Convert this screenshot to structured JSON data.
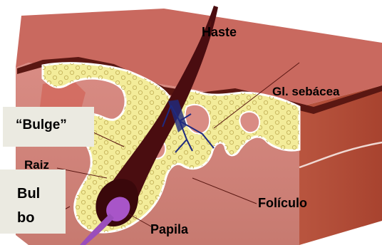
{
  "labels": {
    "haste": "Haste",
    "gl_sebacea": "Gl. sebácea",
    "bulge": "“Bulge”",
    "raiz": "Raiz",
    "bulbo_line1": "Bul",
    "bulbo_line2": "bo",
    "foliculo": "Folículo",
    "papila": "Papila"
  },
  "colors": {
    "skin_top": "#c96b63",
    "skin_front": "#d78d86",
    "skin_side": "#b24e3e",
    "epidermis": "#5a1712",
    "gland_fill": "#f3ec9a",
    "gland_outline": "#ffffff",
    "hair": "#4a0d10",
    "papilla": "#a855c8",
    "nerve": "#1e2a80",
    "label_box": "#ebeae1"
  }
}
